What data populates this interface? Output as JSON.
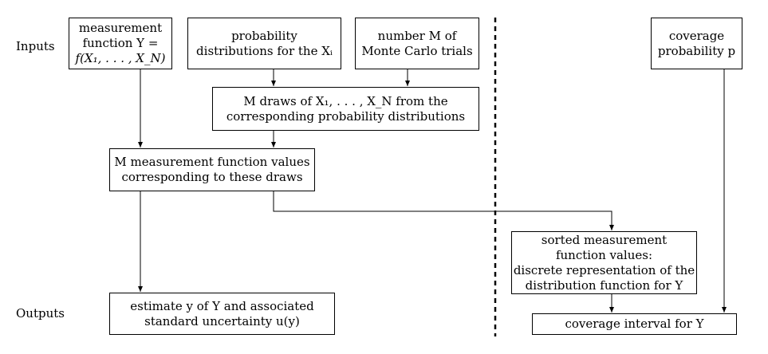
{
  "labels": {
    "inputs": "Inputs",
    "outputs": "Outputs"
  },
  "boxes": {
    "measurement_function": {
      "line1": "measurement",
      "line2": "function Y =",
      "line3": "f(X₁, . . . , X_N)"
    },
    "probability_distributions": {
      "line1": "probability",
      "line2": "distributions for the Xᵢ"
    },
    "monte_carlo_trials": {
      "line1": "number M of",
      "line2": "Monte Carlo trials"
    },
    "coverage_probability": {
      "line1": "coverage",
      "line2": "probability p"
    },
    "m_draws": {
      "line1": "M draws of X₁, . . . , X_N from the",
      "line2": "corresponding probability distributions"
    },
    "m_function_values": {
      "line1": "M measurement function values",
      "line2": "corresponding to these draws"
    },
    "sorted_values": {
      "line1": "sorted measurement",
      "line2": "function values:",
      "line3": "discrete representation of the",
      "line4": "distribution function for Y"
    },
    "estimate": {
      "line1": "estimate y of Y and associated",
      "line2": "standard uncertainty u(y)"
    },
    "coverage_interval": {
      "line1": "coverage interval for Y"
    }
  },
  "colors": {
    "line": "#000000",
    "background": "#ffffff"
  }
}
